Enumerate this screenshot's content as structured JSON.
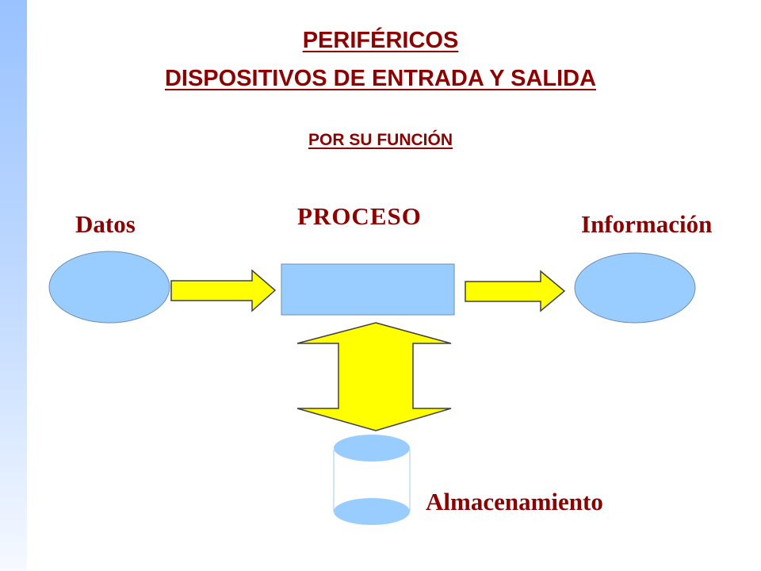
{
  "title": {
    "line1": "PERIFÉRICOS",
    "line2": "DISPOSITIVOS DE ENTRADA Y SALIDA",
    "subtitle": "POR SU FUNCIÓN"
  },
  "diagram": {
    "input_label": "Datos",
    "process_label": "PROCESO",
    "output_label": "Información",
    "storage_label": "Almacenamiento"
  },
  "colors": {
    "title_text": "#8b0000",
    "node_fill": "#99ccff",
    "arrow_fill": "#ffff00",
    "sidebar": "#99c2ff"
  }
}
